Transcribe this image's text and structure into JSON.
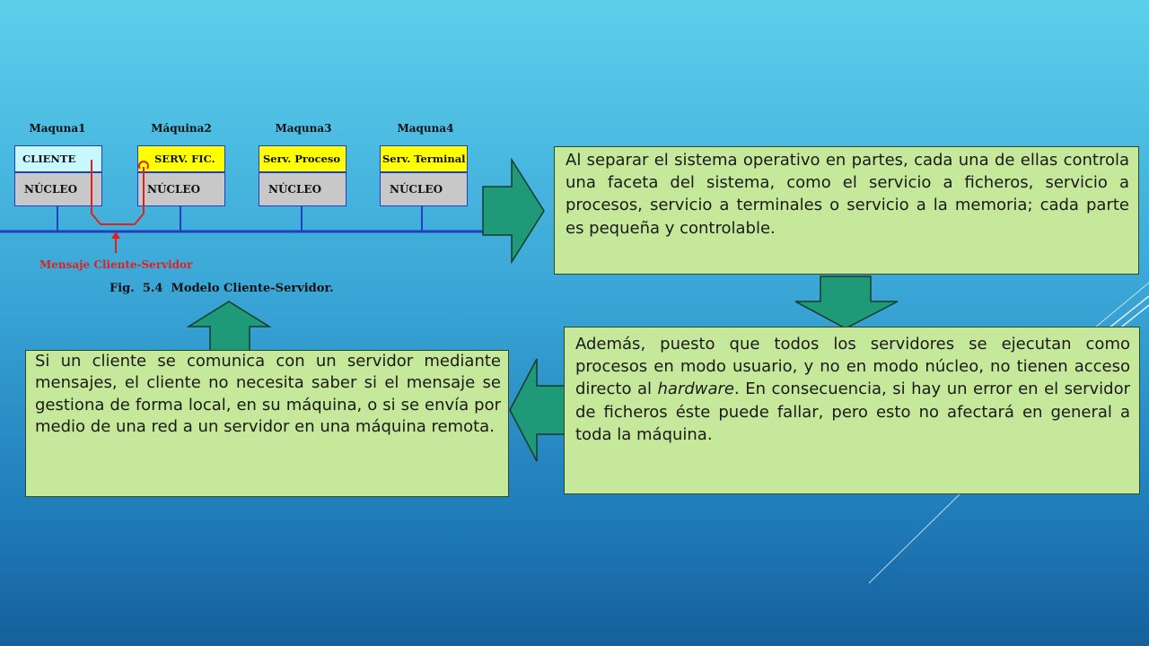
{
  "diagram": {
    "machines": [
      {
        "label": "Maquna1",
        "service": "CLIENTE",
        "kernel": "NÚCLEO",
        "service_color": "#c8f8ff"
      },
      {
        "label": "Máquina2",
        "service": "SERV. FIC.",
        "kernel": "NÚCLEO",
        "service_color": "#ffff00"
      },
      {
        "label": "Maquna3",
        "service": "Serv. Proceso",
        "kernel": "NÚCLEO",
        "service_color": "#ffff00"
      },
      {
        "label": "Maquna4",
        "service": "Serv. Terminal",
        "kernel": "NÚCLEO",
        "service_color": "#ffff00"
      }
    ],
    "message_label": "Mensaje Cliente-Servidor",
    "caption": "Fig.  5.4  Modelo Cliente-Servidor."
  },
  "boxes": {
    "top_right": "Al separar el sistema operativo en partes, cada una de ellas controla una faceta del sistema, como el servicio a ficheros, servicio a procesos, servicio a terminales o servicio a la memoria; cada parte es pequeña y controlable.",
    "mid_right_before": "Además, puesto que todos los servidores se ejecutan como procesos en modo usuario, y no en modo núcleo, no tienen acceso directo al ",
    "mid_right_italic": "hardware",
    "mid_right_after": ". En consecuencia, si hay un error en el servidor de ficheros éste puede fallar, pero esto no afectará en general a toda la máquina.",
    "left": "Si un cliente se comunica con un servidor mediante mensajes, el cliente no necesita saber si el mensaje se gestiona de forma local, en su máquina, o si se envía por medio de una red a un servidor en una máquina remota."
  },
  "colors": {
    "arrow_fill": "#1f9a78",
    "box_fill": "#c6e89a",
    "network_line": "#2040c0",
    "message_path": "#e02020"
  }
}
